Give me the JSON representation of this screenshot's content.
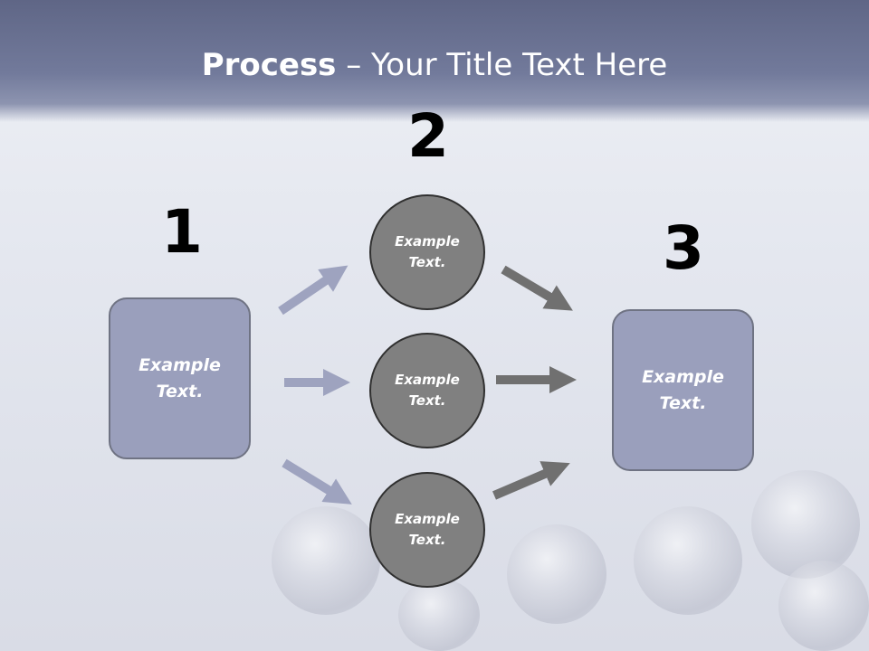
{
  "title": {
    "bold": "Process",
    "rest": " – Your Title Text Here"
  },
  "steps": {
    "one": {
      "number": "1",
      "line1": "Example",
      "line2": "Text."
    },
    "two": {
      "number": "2"
    },
    "three": {
      "number": "3",
      "line1": "Example",
      "line2": "Text."
    }
  },
  "circles": [
    {
      "line1": "Example",
      "line2": "Text."
    },
    {
      "line1": "Example",
      "line2": "Text."
    },
    {
      "line1": "Example",
      "line2": "Text."
    }
  ],
  "colors": {
    "header": "#6b7394",
    "box_fill": "#9a9fbc",
    "circle_fill": "#808080",
    "arrow_in": "#9ea3bf",
    "arrow_out": "#707070"
  }
}
